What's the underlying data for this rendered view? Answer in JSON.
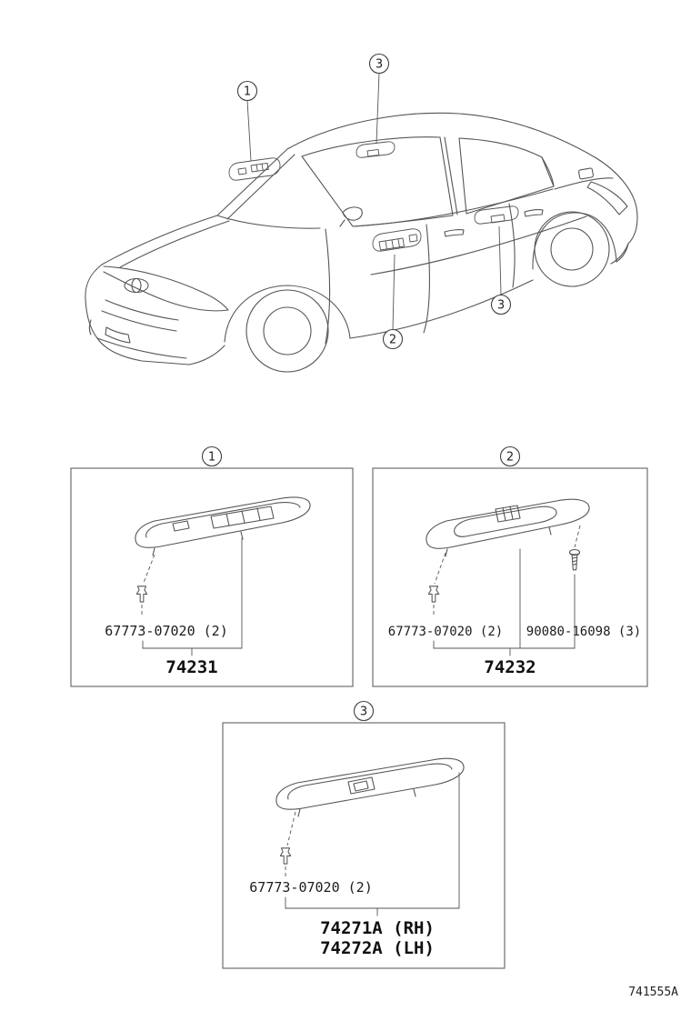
{
  "doc": {
    "number": "741555A"
  },
  "vehicle": {
    "markers": [
      {
        "label": "1"
      },
      {
        "label": "3"
      },
      {
        "label": "2"
      },
      {
        "label": "3"
      }
    ]
  },
  "box1": {
    "callout": "1",
    "clip_number": "67773-07020 (2)",
    "part_number": "74231"
  },
  "box2": {
    "callout": "2",
    "clip_number": "67773-07020 (2)",
    "screw_number": "90080-16098 (3)",
    "part_number": "74232"
  },
  "box3": {
    "callout": "3",
    "clip_number": "67773-07020 (2)",
    "part_number_rh": "74271A (RH)",
    "part_number_lh": "74272A (LH)"
  },
  "icons": {
    "clip": "push-clip-fastener",
    "screw": "tapping-screw"
  }
}
